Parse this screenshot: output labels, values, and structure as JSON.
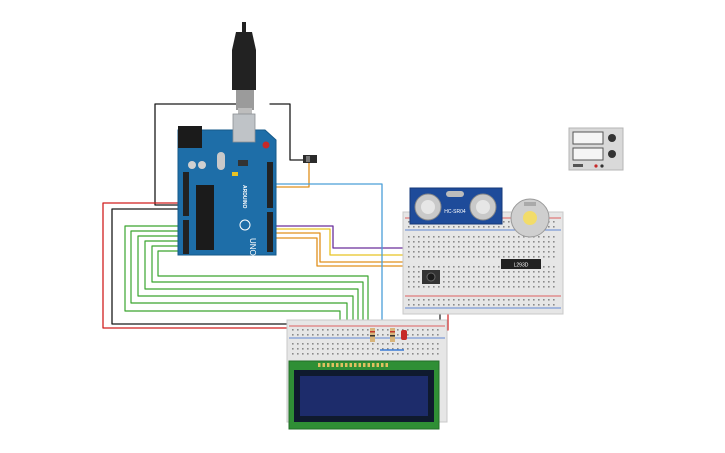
{
  "arduino": {
    "brand": "ARDUINO",
    "model": "UNO"
  },
  "ultrasonic": {
    "model": "HC-SR04"
  },
  "driver_chip": {
    "label": "L293D"
  },
  "colors": {
    "wire_black": "#1a1a1a",
    "wire_red": "#d11f1f",
    "wire_green": "#3aa52e",
    "wire_orange": "#e0901c",
    "wire_yellow": "#e8c323",
    "wire_purple": "#6a2f9a",
    "wire_blue": "#4a9fd8",
    "board_blue": "#1e6ea8",
    "breadboard": "#e6e6e6",
    "lcd_green": "#2f8f35",
    "lcd_screen": "#1d2c6b"
  }
}
